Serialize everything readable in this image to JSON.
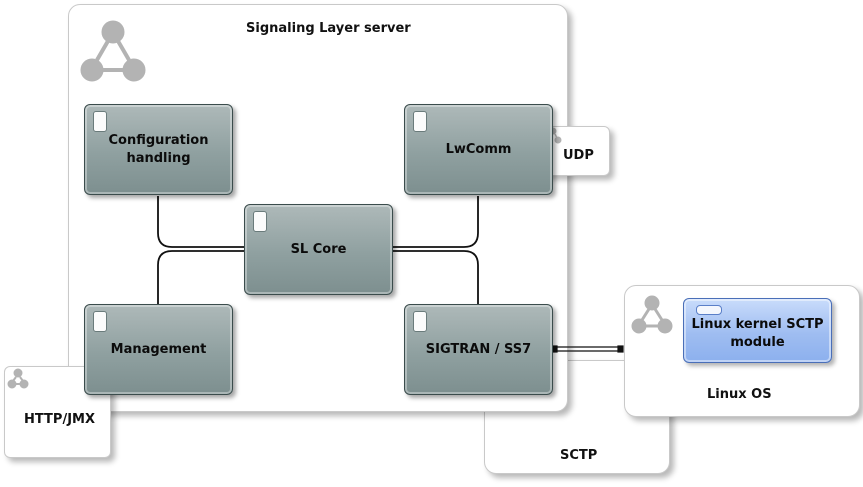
{
  "diagram": {
    "server_title": "Signaling Layer server",
    "nodes": {
      "configuration": "Configuration\nhandling",
      "lwcomm": "LwComm",
      "sl_core": "SL Core",
      "management": "Management",
      "sigtran": "SIGTRAN / SS7"
    },
    "udp_label": "UDP",
    "http_label": "HTTP/JMX",
    "sctp_label": "SCTP",
    "linux_os_label": "Linux OS",
    "sctp_module_label": "Linux kernel SCTP\nmodule"
  },
  "colors": {
    "node_fill": "#8fa0a0",
    "node_border": "#3b4c4c",
    "module_fill": "#9fbdf1",
    "icon_gray": "#b5b5b5"
  },
  "icons": [
    "network-triad-icon",
    "document-icon",
    "pill-icon"
  ]
}
